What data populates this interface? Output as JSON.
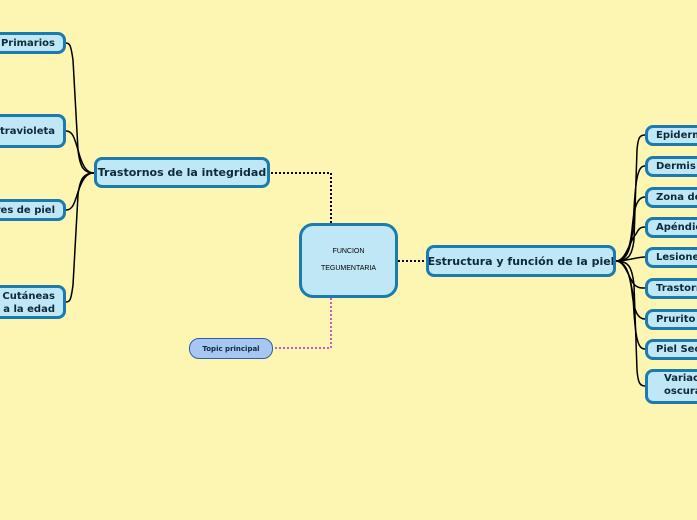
{
  "center": {
    "line1": "FUNCION",
    "line2": "TEGUMENTARIA"
  },
  "floating_topic": {
    "label": "Topic principal"
  },
  "left_branch": {
    "label": "Trastornos de la integridad",
    "children": [
      {
        "label": "s Primarios"
      },
      {
        "label": "travioleta"
      },
      {
        "label": "eres de piel"
      },
      {
        "line1": "Cutáneas",
        "line2": "a la edad"
      }
    ]
  },
  "right_branch": {
    "label": "Estructura y función de la piel",
    "children": [
      {
        "label": "Epiderm"
      },
      {
        "label": "Dermis"
      },
      {
        "label": "Zona de"
      },
      {
        "label": "Apéndic"
      },
      {
        "label": "Lesiones"
      },
      {
        "label": "Trastorn"
      },
      {
        "label": "Prurito"
      },
      {
        "label": "Piel Seca"
      },
      {
        "line1": "Variaci",
        "line2": "oscura"
      }
    ]
  },
  "colors": {
    "background": "#fdf6b3",
    "node_fill": "#bfe7f5",
    "node_border": "#1b7bb0",
    "topic_fill": "#a8c6f3",
    "dotted_main": "#000000",
    "dotted_topic": "#c45cc4"
  }
}
